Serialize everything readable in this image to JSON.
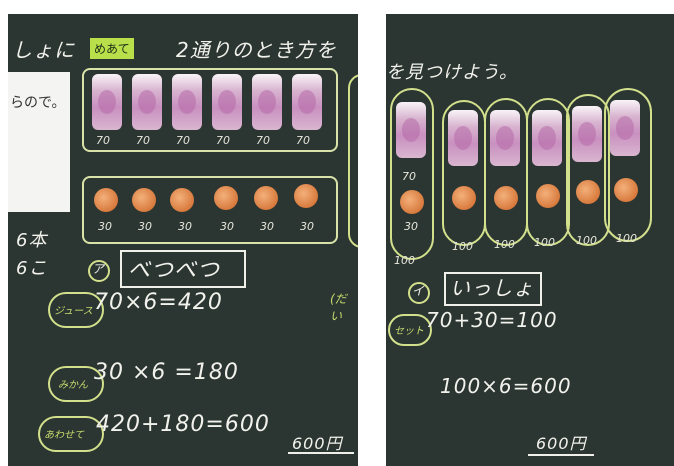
{
  "left_board": {
    "top_text_left": "しょに",
    "aim_label": "めあて",
    "top_text_right": "2通りのとき方を",
    "paper_text": "らので。",
    "juice_prices": [
      "70",
      "70",
      "70",
      "70",
      "70",
      "70"
    ],
    "orange_prices": [
      "30",
      "30",
      "30",
      "30",
      "30",
      "30"
    ],
    "count_juice": "6本",
    "count_orange": "6こ",
    "way_number": "ア",
    "way_label": "べつべつ",
    "tag_juice": "ジュース",
    "eq_juice": "70×6=420",
    "tag_orange": "みかん",
    "eq_orange": "30 ×6 =180",
    "tag_total": "あわせて",
    "eq_total": "420+180=600",
    "answer": "600円",
    "edge_tag": "(だい"
  },
  "right_board": {
    "top_text": "を見つけよう。",
    "pair_juice_price": "70",
    "pair_orange_price": "30",
    "set_prices": [
      "100",
      "100",
      "100",
      "100",
      "100",
      "100"
    ],
    "way_number": "イ",
    "way_label": "いっしょ",
    "tag_set": "セット",
    "eq_set": "70+30=100",
    "eq_total": "100×6=600",
    "answer": "600円"
  }
}
